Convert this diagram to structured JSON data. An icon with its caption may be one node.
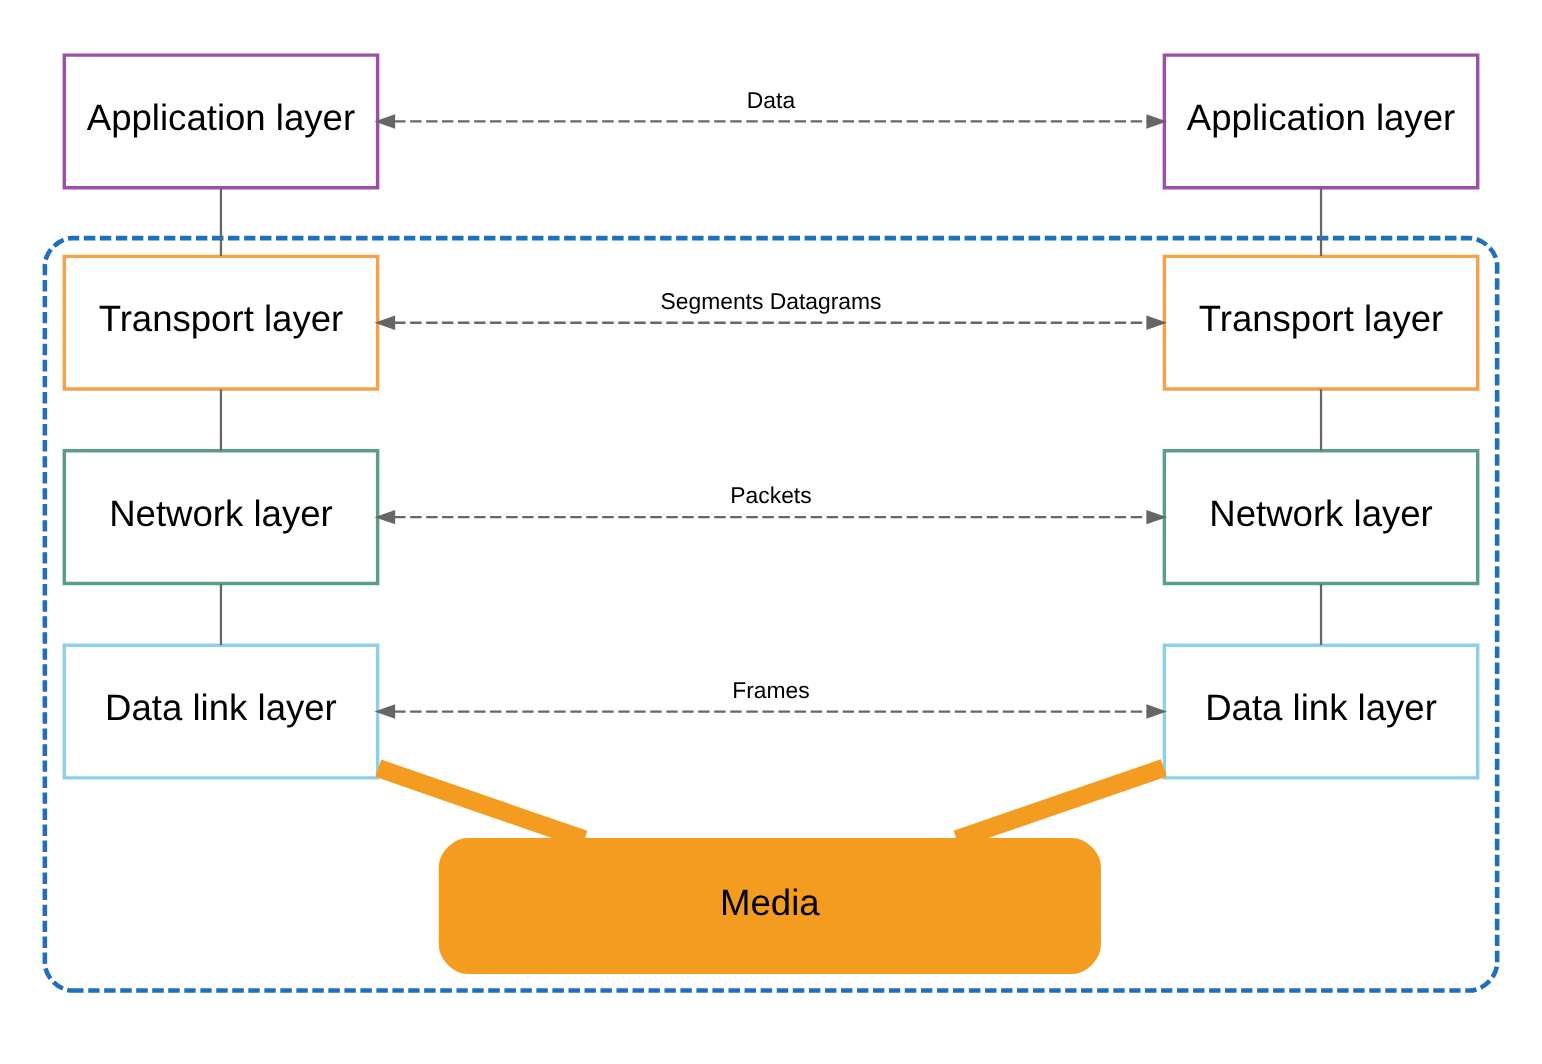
{
  "diagram": {
    "nodes": [
      {
        "text": [
          "Application layer"
        ]
      },
      {
        "text": [
          "Application layer"
        ]
      },
      {
        "text": [],
        "shape": "box"
      },
      {
        "text": [
          "Transport layer"
        ],
        "in": 2
      },
      {
        "text": [
          "Transport layer"
        ],
        "in": 2
      },
      {
        "text": [
          "Network layer"
        ],
        "in": 2
      },
      {
        "text": [
          "Network layer"
        ],
        "in": 2
      },
      {
        "text": [
          "Data link layer"
        ],
        "in": 2
      },
      {
        "text": [
          "Data link layer"
        ],
        "in": 2
      },
      {
        "text": [
          "Media"
        ],
        "in": 2
      }
    ],
    "edges": [
      {
        "from": 0,
        "to": 1,
        "arrow": "both",
        "label": "Data",
        "style": "dashed"
      },
      {
        "from": 3,
        "to": 4,
        "arrow": "both",
        "label": "Segments Datagrams",
        "style": "dashed"
      },
      {
        "from": 5,
        "to": 6,
        "arrow": "both",
        "label": "Packets",
        "style": "dashed"
      },
      {
        "from": 7,
        "to": 8,
        "arrow": "both",
        "label": "Frames",
        "style": "dashed"
      },
      {
        "from": 0,
        "to": 3,
        "arrow": "none"
      },
      {
        "from": 3,
        "to": 5,
        "arrow": "none"
      },
      {
        "from": 5,
        "to": 7,
        "arrow": "none"
      },
      {
        "from": 1,
        "to": 4,
        "arrow": "none"
      },
      {
        "from": 4,
        "to": 6,
        "arrow": "none"
      },
      {
        "from": 6,
        "to": 8,
        "arrow": "none"
      },
      {
        "from": 7,
        "to": 9,
        "arrow": "none",
        "style": "thick",
        "color": "#f39c1f"
      },
      {
        "from": 8,
        "to": 9,
        "arrow": "none",
        "style": "thick",
        "color": "#f39c1f"
      }
    ]
  }
}
